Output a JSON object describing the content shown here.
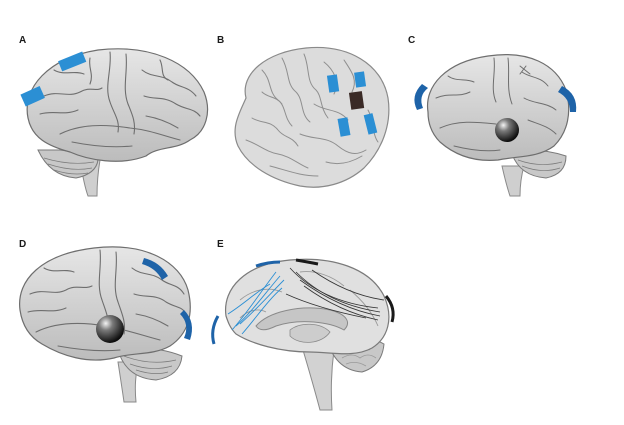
{
  "panels": [
    {
      "label": "A"
    },
    {
      "label": "B"
    },
    {
      "label": "C"
    },
    {
      "label": "D"
    },
    {
      "label": "E"
    }
  ],
  "colors": {
    "electrode_blue": "#2b8fd4",
    "stimulation_blue": "#1e63a8",
    "coil_black": "#1a1a1a",
    "brain_light": "#d9d9d9",
    "brain_mid": "#bdbdbd",
    "sulcus": "#6e6e6e",
    "pad_dark": "#3a2a26"
  }
}
